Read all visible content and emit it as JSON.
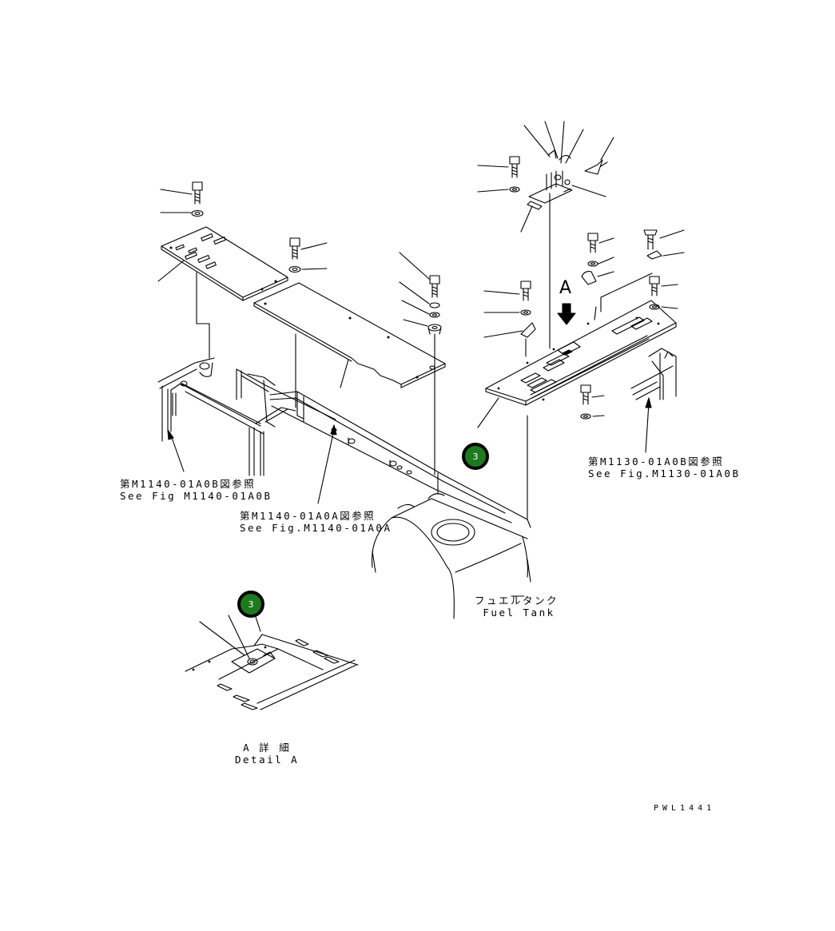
{
  "labels": {
    "ref_m1140_b_jp": "第M1140-01A0B図参照",
    "ref_m1140_b_en": "See Fig M1140-01A0B",
    "ref_m1140_a_jp": "第M1140-01A0A図参照",
    "ref_m1140_a_en": "See Fig.M1140-01A0A",
    "ref_m1130_b_jp": "第M1130-01A0B図参照",
    "ref_m1130_b_en": "See Fig.M1130-01A0B",
    "fuel_tank_jp": "フュエルタンク",
    "fuel_tank_en": "Fuel Tank",
    "detail_a_jp": "A 詳 細",
    "detail_a_en": "Detail A",
    "view_letter": "A",
    "drawing_code": "PWL1441"
  },
  "callouts": [
    {
      "number": "3"
    },
    {
      "number": "3"
    }
  ],
  "colors": {
    "callout_fill": "#1e7a1e",
    "callout_border": "#000000",
    "line": "#000000"
  }
}
